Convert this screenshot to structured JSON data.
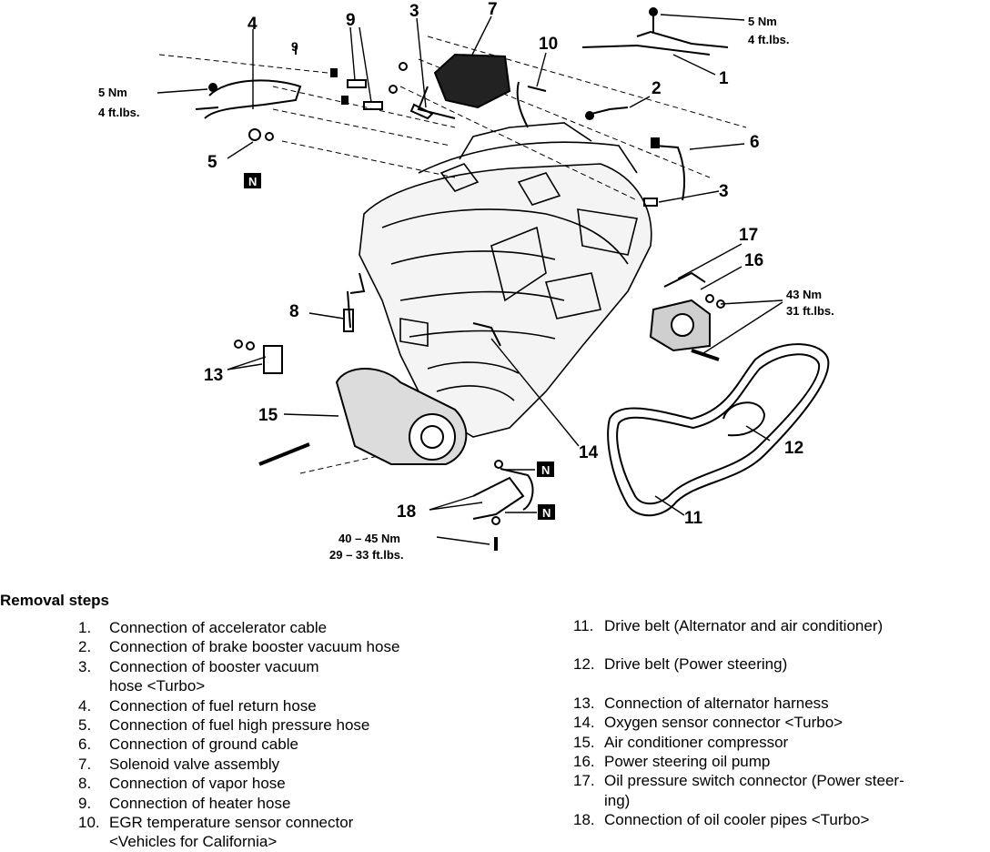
{
  "diagram": {
    "callouts": [
      "1",
      "2",
      "3",
      "3",
      "4",
      "5",
      "6",
      "7",
      "8",
      "9",
      "9",
      "10",
      "11",
      "12",
      "13",
      "14",
      "15",
      "16",
      "17",
      "18"
    ],
    "torques": {
      "t1": [
        "5 Nm",
        "4 ft.lbs."
      ],
      "t2": [
        "5 Nm",
        "4 ft.lbs."
      ],
      "t3": [
        "43 Nm",
        "31 ft.lbs."
      ],
      "t4": [
        "40 – 45 Nm",
        "29 – 33 ft.lbs."
      ]
    },
    "n_mark": "N"
  },
  "steps": {
    "title": "Removal steps",
    "left": [
      {
        "num": "1.",
        "text": "Connection of accelerator cable"
      },
      {
        "num": "2.",
        "text": "Connection of brake booster vacuum hose"
      },
      {
        "num": "3.",
        "text": "Connection of booster vacuum"
      },
      {
        "num": "",
        "text": "hose <Turbo>"
      },
      {
        "num": "4.",
        "text": "Connection of fuel return hose"
      },
      {
        "num": "5.",
        "text": "Connection of fuel high pressure hose"
      },
      {
        "num": "6.",
        "text": "Connection of ground cable"
      },
      {
        "num": "7.",
        "text": "Solenoid valve assembly"
      },
      {
        "num": "8.",
        "text": "Connection of vapor hose"
      },
      {
        "num": "9.",
        "text": "Connection of heater hose"
      },
      {
        "num": "10.",
        "text": "EGR temperature sensor connector"
      },
      {
        "num": "",
        "text": "<Vehicles for California>"
      }
    ],
    "right": [
      {
        "num": "11.",
        "text": "Drive belt (Alternator and air conditioner)"
      },
      {
        "num": "12.",
        "text": "Drive belt (Power steering)"
      },
      {
        "num": "13.",
        "text": "Connection of alternator harness"
      },
      {
        "num": "14.",
        "text": "Oxygen sensor connector <Turbo>"
      },
      {
        "num": "15.",
        "text": "Air conditioner compressor"
      },
      {
        "num": "16.",
        "text": "Power steering oil pump"
      },
      {
        "num": "17.",
        "text": "Oil pressure switch connector (Power steer-"
      },
      {
        "num": "",
        "text": "ing)"
      },
      {
        "num": "18.",
        "text": "Connection of oil cooler pipes <Turbo>"
      }
    ]
  }
}
